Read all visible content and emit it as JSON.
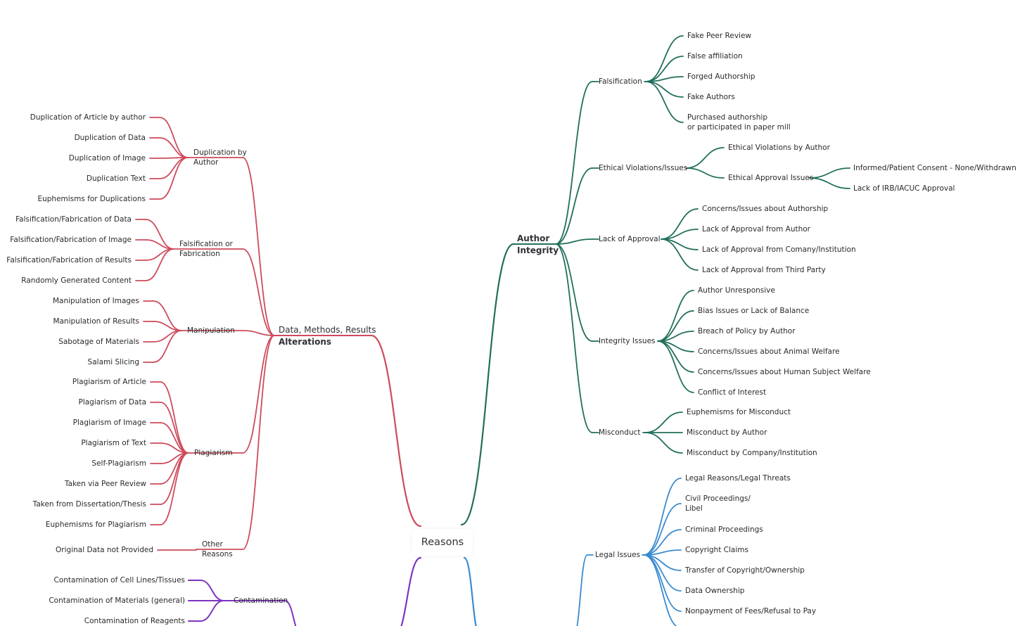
{
  "colors": {
    "red": "#cd4b5c",
    "green": "#216f5c",
    "blue": "#3a8bcf",
    "purple": "#7e34c1"
  },
  "root": {
    "label": "Reasons"
  },
  "branches": {
    "data_methods": {
      "label_line1": "Data, Methods, Results",
      "label_line2": "Alterations",
      "groups": [
        {
          "label": "Duplication by Author",
          "items": [
            "Duplication of Article by author",
            "Duplication of Data",
            "Duplication of Image",
            "Duplication Text",
            "Euphemisms for Duplications"
          ]
        },
        {
          "label": "Falsification or Fabrication",
          "items": [
            "Falsification/Fabrication of Data",
            "Falsification/Fabrication of Image",
            "Falsification/Fabrication of Results",
            "Randomly Generated Content"
          ]
        },
        {
          "label": "Manipulation",
          "items": [
            "Manipulation of Images",
            "Manipulation of Results",
            "Sabotage of Materials",
            "Salami Slicing"
          ]
        },
        {
          "label": "Plagiarism",
          "items": [
            "Plagiarism of Article",
            "Plagiarism of Data",
            "Plagiarism of Image",
            "Plagiarism of Text",
            "Self-Plagiarism",
            "Taken via Peer Review",
            "Taken from Dissertation/Thesis",
            "Euphemisms for Plagiarism"
          ]
        },
        {
          "label": "Other Reasons",
          "items": [
            "Original Data not Provided"
          ]
        }
      ]
    },
    "contamination": {
      "label": "Contamination",
      "items": [
        "Contamination of Cell Lines/Tissues",
        "Contamination of Materials (general)",
        "Contamination of Reagents"
      ]
    },
    "author_integrity": {
      "label_line1": "Author",
      "label_line2": "Integrity",
      "groups": [
        {
          "label": "Falsification",
          "items": [
            "Fake Peer Review",
            "False affiliation",
            "Forged Authorship",
            "Fake Authors",
            "Purchased authorship\nor participated in paper mill"
          ]
        },
        {
          "label": "Ethical Violations/Issues",
          "items": [
            "Ethical Violations by Author",
            "Ethical Approval Issues"
          ],
          "sub": [
            "Informed/Patient Consent - None/Withdrawn",
            "Lack of IRB/IACUC Approval"
          ]
        },
        {
          "label": "Lack of Approval",
          "items": [
            "Concerns/Issues about Authorship",
            "Lack of Approval from Author",
            "Lack of Approval from Comany/Institution",
            "Lack of Approval from Third Party"
          ]
        },
        {
          "label": "Integrity Issues",
          "items": [
            "Author Unresponsive",
            "Bias Issues or Lack of Balance",
            "Breach of Policy by Author",
            "Concerns/Issues about Animal Welfare",
            "Concerns/Issues about Human Subject Welfare",
            "Conflict of Interest"
          ]
        },
        {
          "label": "Misconduct",
          "items": [
            "Euphemisms for Misconduct",
            "Misconduct by Author",
            "Misconduct by Company/Institution"
          ]
        }
      ]
    },
    "legal": {
      "label": "Legal Issues",
      "items": [
        "Legal Reasons/Legal Threats",
        "Civil Proceedings/\nLibel",
        "Criminal Proceedings",
        "Copyright Claims",
        "Transfer of Copyright/Ownership",
        "Data Ownership",
        "Nonpayment of Fees/Refusal to Pay"
      ]
    }
  }
}
